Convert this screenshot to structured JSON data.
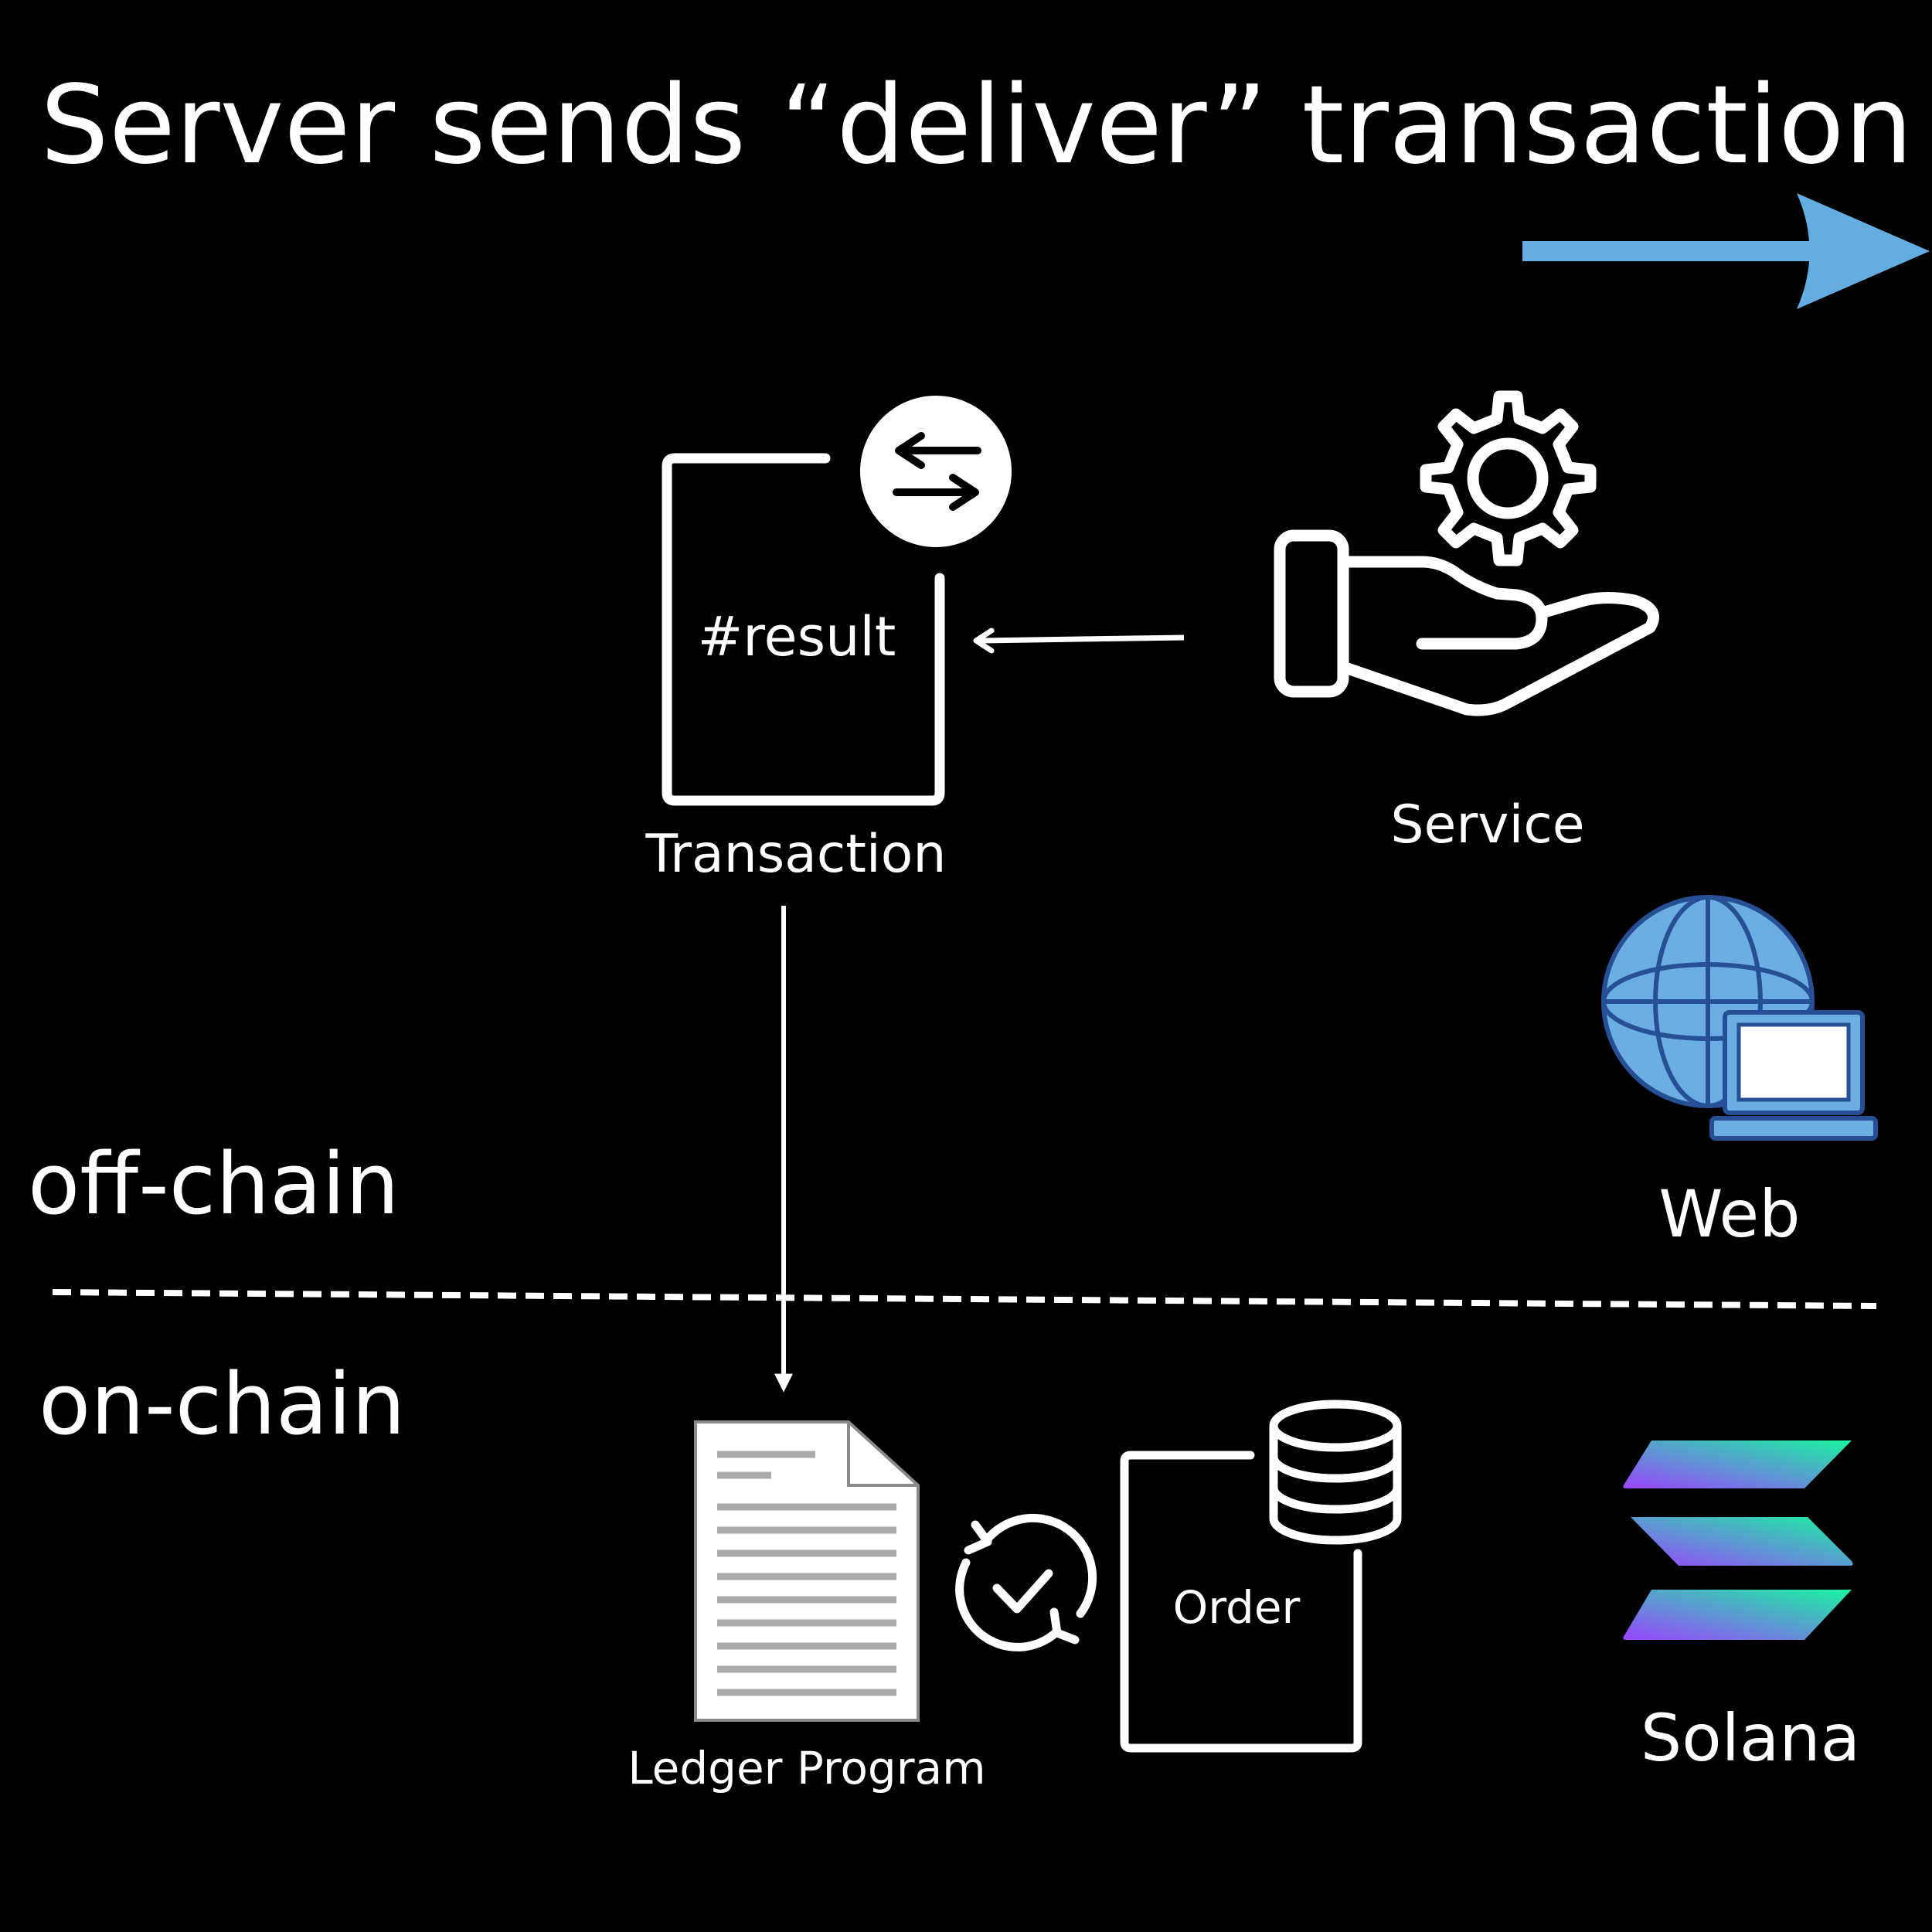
{
  "title": "Server sends “deliver” transaction",
  "zones": {
    "offchain": "off-chain",
    "onchain": "on-chain"
  },
  "transaction": {
    "label": "Transaction",
    "content": "#result"
  },
  "service": {
    "label": "Service"
  },
  "web": {
    "label": "Web"
  },
  "ledger": {
    "label": "Ledger Program"
  },
  "order": {
    "label": "Order"
  },
  "solana": {
    "label": "Solana"
  },
  "icons": {
    "direction": "arrow-right-icon",
    "swap": "swap-arrows-icon",
    "service": "hand-gear-icon",
    "web": "globe-laptop-icon",
    "ledger": "document-icon",
    "sync": "sync-check-icon",
    "order": "database-icon",
    "solana": "solana-logo-icon"
  },
  "colors": {
    "background": "#000000",
    "foreground": "#ffffff",
    "accent_blue": "#64ade2",
    "globe_blue": "#6aaee3",
    "globe_stroke": "#274f96",
    "solana_green": "#19f4a1",
    "solana_purple": "#9a45fe"
  }
}
